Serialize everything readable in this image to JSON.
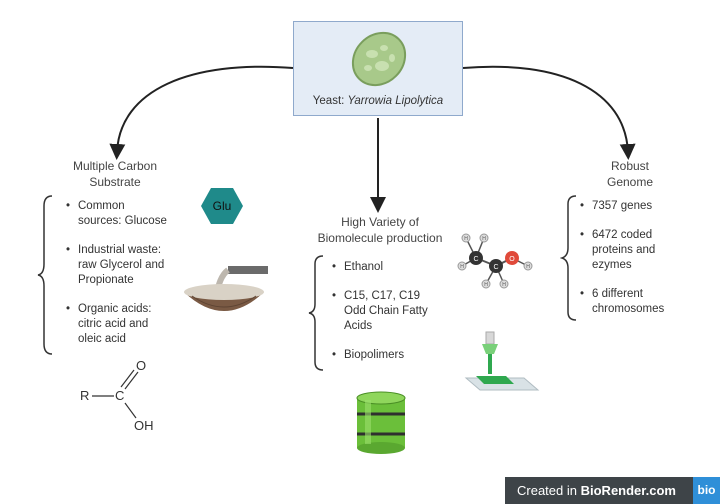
{
  "yeast": {
    "label": "Yeast:",
    "species": "Yarrowia Lipolytica"
  },
  "left": {
    "heading_line1": "Multiple Carbon",
    "heading_line2": "Substrate",
    "items": [
      {
        "line1": "Common",
        "line2": "sources: Glucose"
      },
      {
        "line1": "Industrial waste:",
        "line2": "raw Glycerol and",
        "line3": "Propionate"
      },
      {
        "line1": "Organic acids:",
        "line2": "citric acid and",
        "line3": "oleic acid"
      }
    ],
    "glu_label": "Glu",
    "acid": {
      "r": "R",
      "c": "C",
      "o": "O",
      "oh": "OH"
    }
  },
  "center": {
    "heading_line1": "High Variety of",
    "heading_line2": "Biomolecule production",
    "items": [
      {
        "line1": "Ethanol"
      },
      {
        "line1": "C15, C17, C19",
        "line2": "Odd Chain Fatty",
        "line3": "Acids"
      },
      {
        "line1": "Biopolimers"
      }
    ],
    "ethanol_atoms": {
      "c": "C",
      "h": "H",
      "o": "O"
    }
  },
  "right": {
    "heading_line1": "Robust",
    "heading_line2": "Genome",
    "items": [
      {
        "line1": "7357 genes"
      },
      {
        "line1": "6472 coded",
        "line2": "proteins and",
        "line3": "ezymes"
      },
      {
        "line1": "6 different",
        "line2": "chromosomes"
      }
    ]
  },
  "badge": {
    "prefix": "Created in",
    "brand": "BioRender.com",
    "logo": "bio"
  },
  "colors": {
    "yeast_cell": "#a8c98a",
    "glu_hex": "#1f8a8a",
    "barrel": "#6bbf3a",
    "arrow": "#222222",
    "badge_bg": "#3e4448",
    "badge_logo": "#2f8fd8"
  }
}
